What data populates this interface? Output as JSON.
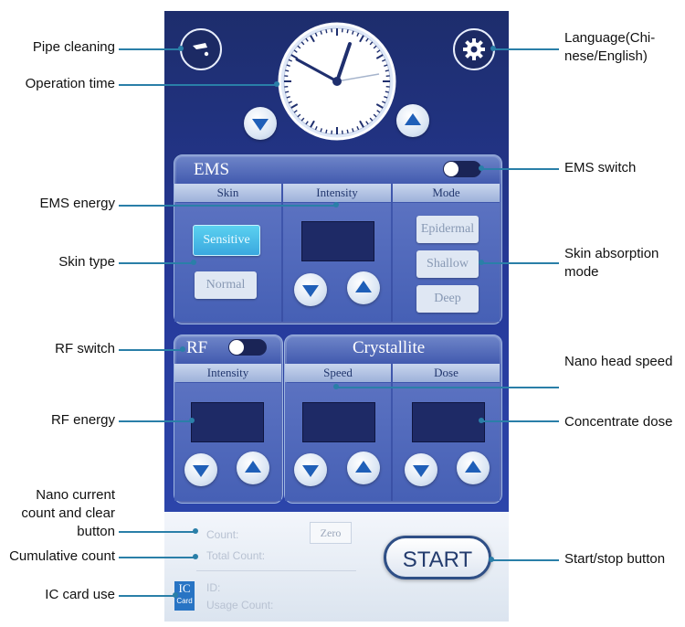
{
  "callouts": {
    "pipe_cleaning": "Pipe cleaning",
    "operation_time": "Operation time",
    "language": "Language(Chi-nese/English)",
    "ems_switch": "EMS switch",
    "ems_energy": "EMS energy",
    "skin_type": "Skin type",
    "skin_absorption": "Skin absorption mode",
    "rf_switch": "RF switch",
    "nano_head_speed": "Nano head speed",
    "rf_energy": "RF energy",
    "concentrate_dose": "Concentrate dose",
    "nano_count": "Nano current count and clear button",
    "cumulative_count": "Cumulative count",
    "start_stop": "Start/stop button",
    "ic_card": "IC card use"
  },
  "ems": {
    "title": "EMS",
    "columns": [
      "Skin",
      "Intensity",
      "Mode"
    ],
    "skin_options": [
      "Sensitive",
      "Normal"
    ],
    "skin_selected": "Sensitive",
    "mode_options": [
      "Epidermal",
      "Shallow",
      "Deep"
    ]
  },
  "rf": {
    "title": "RF",
    "column": "Intensity"
  },
  "crystallite": {
    "title": "Crystallite",
    "columns": [
      "Speed",
      "Dose"
    ]
  },
  "bottom": {
    "count_label": "Count:",
    "zero_button": "Zero",
    "total_count_label": "Total Count:",
    "ic_label_top": "IC",
    "ic_label_bottom": "Card",
    "id_label": "ID:",
    "usage_count_label": "Usage Count:",
    "start_button": "START"
  },
  "colors": {
    "panel_bg": "#26399a",
    "callout_line": "#2a7fa8",
    "active_option": "#3aa8df"
  }
}
